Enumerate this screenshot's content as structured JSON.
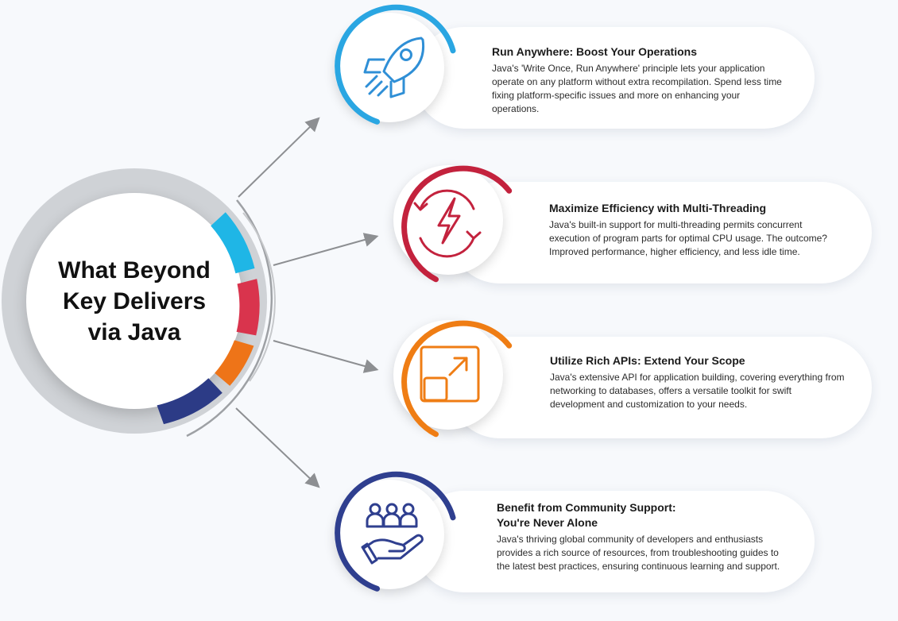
{
  "hub": {
    "title_lines": [
      "What Beyond",
      "Key Delivers",
      "via Java"
    ],
    "segment_colors": [
      "#1fb6e6",
      "#d9344d",
      "#ee7418",
      "#2c3b86"
    ]
  },
  "features": [
    {
      "icon": "rocket-icon",
      "accent": "#2aa6e2",
      "title_lines": [
        "Run Anywhere: Boost Your Operations"
      ],
      "body": "Java's 'Write Once, Run Anywhere' principle lets your application operate on any platform without extra recompilation. Spend less time fixing platform-specific issues and more on enhancing your operations."
    },
    {
      "icon": "lightning-cycle-icon",
      "accent": "#c3223d",
      "title_lines": [
        "Maximize Efficiency with Multi-Threading"
      ],
      "body": "Java's built-in support for multi-threading permits concurrent execution of program parts for optimal CPU usage. The outcome? Improved performance, higher efficiency, and less idle time."
    },
    {
      "icon": "expand-arrow-icon",
      "accent": "#ef7d14",
      "title_lines": [
        "Utilize Rich APIs: Extend Your Scope"
      ],
      "body": "Java's extensive API for application building, covering everything from networking to databases, offers a versatile toolkit for swift development and customization to your needs."
    },
    {
      "icon": "community-hand-icon",
      "accent": "#2f3f8f",
      "title_lines": [
        "Benefit from Community Support:",
        "You're Never Alone"
      ],
      "body": "Java's thriving global community of developers and enthusiasts provides a rich source of resources, from troubleshooting guides to the latest best practices, ensuring continuous learning and support."
    }
  ]
}
